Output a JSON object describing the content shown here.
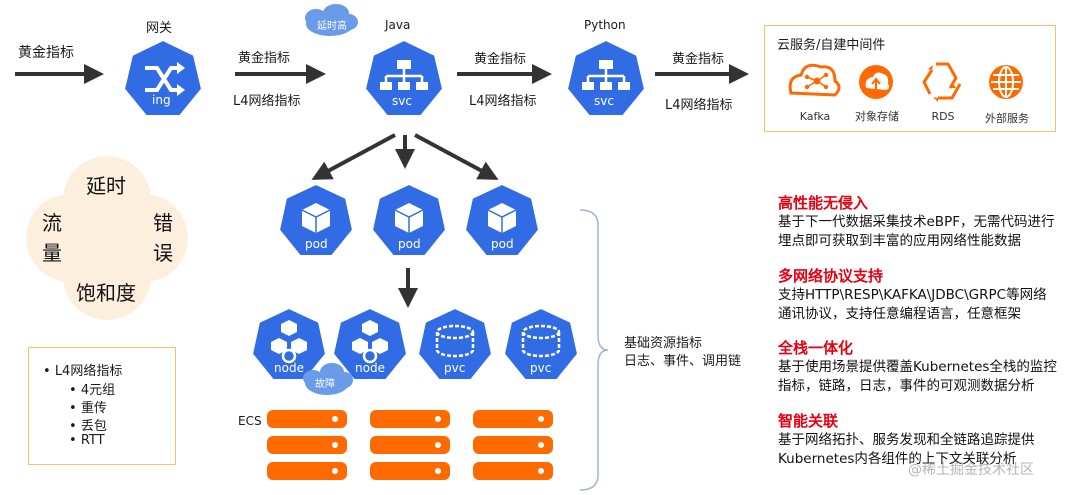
{
  "colors": {
    "k8s_blue": "#326ce5",
    "orange": "#ff6a00",
    "feature_red": "#e60012",
    "box_border": "#f2c26b",
    "cloud_blue": "#6a9be8"
  },
  "top_flow": {
    "left_label": "黄金指标",
    "gateway": {
      "title": "网关",
      "icon_text": "ing"
    },
    "java": {
      "title": "Java",
      "icon_text": "svc",
      "badge": "延时高"
    },
    "python": {
      "title": "Python",
      "icon_text": "svc"
    },
    "arrow1_top": "黄金指标",
    "arrow1_bottom": "L4网络指标",
    "arrow2_top": "黄金指标",
    "arrow2_bottom": "L4网络指标",
    "arrow3_top": "黄金指标",
    "arrow3_bottom": "L4网络指标"
  },
  "cloud_box": {
    "title": "云服务/自建中间件",
    "items": [
      {
        "label": "Kafka",
        "icon": "kafka-icon"
      },
      {
        "label": "对象存储",
        "icon": "object-storage-icon"
      },
      {
        "label": "RDS",
        "icon": "rds-icon"
      },
      {
        "label": "外部服务",
        "icon": "globe-icon"
      }
    ]
  },
  "venn": {
    "top": "延时",
    "left_1": "流",
    "left_2": "量",
    "right_1": "错",
    "right_2": "误",
    "bottom": "饱和度"
  },
  "l4_box": {
    "title": "L4网络指标",
    "items": [
      "4元组",
      "重传",
      "丢包",
      "RTT"
    ]
  },
  "pods": [
    "pod",
    "pod",
    "pod"
  ],
  "infra": {
    "nodes": [
      "node",
      "node"
    ],
    "pvcs": [
      "pvc",
      "pvc"
    ],
    "fault_badge": "故障",
    "ecs_label": "ECS"
  },
  "brace_label": {
    "line1": "基础资源指标",
    "line2": "日志、事件、调用链"
  },
  "features": [
    {
      "title": "高性能无侵入",
      "desc1": "基于下一代数据采集技术eBPF，无需代码进行",
      "desc2": "埋点即可获取到丰富的应用网络性能数据"
    },
    {
      "title": "多网络协议支持",
      "desc1": "支持HTTP\\RESP\\KAFKA\\JDBC\\GRPC等网络",
      "desc2": "通讯协议，支持任意编程语言，任意框架"
    },
    {
      "title": "全栈一体化",
      "desc1": "基于使用场景提供覆盖Kubernetes全栈的监控",
      "desc2": "指标，链路，日志，事件的可观测数据分析"
    },
    {
      "title": "智能关联",
      "desc1": "基于网络拓扑、服务发现和全链路追踪提供",
      "desc2": "Kubernetes内各组件的上下文关联分析"
    }
  ],
  "watermark": "@稀土掘金技术社区"
}
